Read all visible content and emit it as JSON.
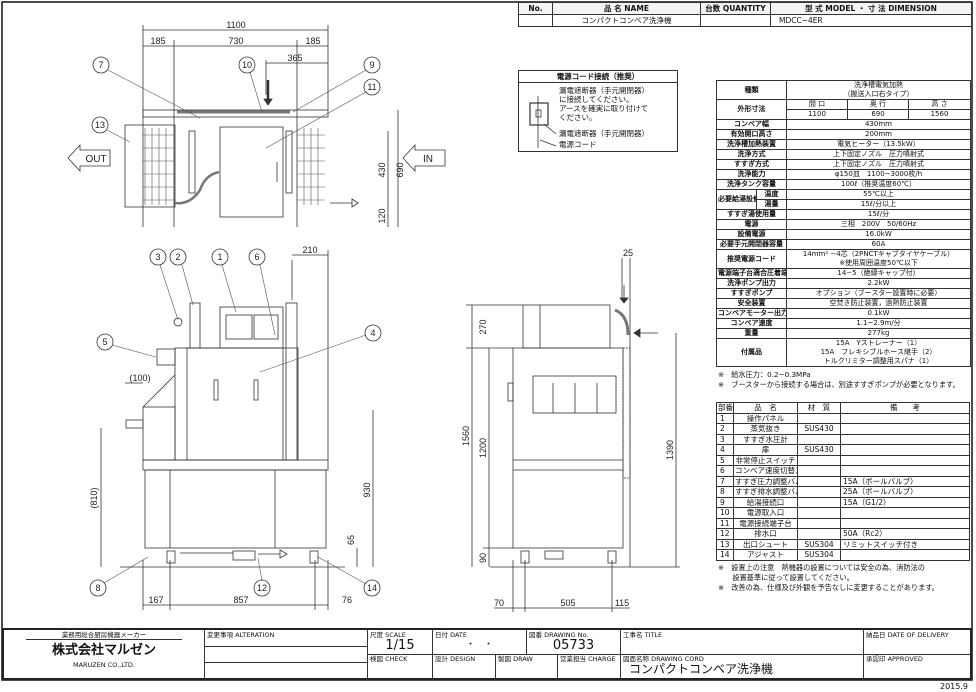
{
  "header": {
    "no_label": "No.",
    "name_label": "品 名 NAME",
    "qty_label": "台数 QUANTITY",
    "model_label": "型 式 MODEL  ・ 寸 法 DIMENSION",
    "product_name": "コンパクトコンベア洗浄機",
    "quantity": "",
    "model": "MDCC−4ER"
  },
  "power_box": {
    "title": "電源コード接続（推奨）",
    "text": [
      "漏電遮断器（手元開閉器）",
      "に接続してください。",
      "アースを確実に取り付けて",
      "ください。"
    ],
    "label_breaker": "漏電遮断器（手元開閉器）",
    "label_cord": "電源コード"
  },
  "spec": {
    "rows": [
      {
        "label": "種類",
        "value": [
          "洗浄槽電気加熱",
          "（搬送入口右タイプ）"
        ]
      },
      {
        "label": "外形寸法",
        "dims": {
          "headers": [
            "間 口",
            "奥 行",
            "高 さ"
          ],
          "values": [
            "1100",
            "690",
            "1560"
          ]
        }
      },
      {
        "label": "コンベア幅",
        "value": [
          "430mm"
        ]
      },
      {
        "label": "有効開口高さ",
        "value": [
          "200mm"
        ]
      },
      {
        "label": "洗浄槽加熱装置",
        "value": [
          "電気ヒーター（13.5kW）"
        ]
      },
      {
        "label": "洗浄方式",
        "value": [
          "上下固定ノズル　圧力噴射式"
        ]
      },
      {
        "label": "すすぎ方式",
        "value": [
          "上下固定ノズル　圧力噴射式"
        ]
      },
      {
        "label": "洗浄能力",
        "value": [
          "φ150皿　1100~3000枚/h"
        ]
      },
      {
        "label": "洗浄タンク容量",
        "value": [
          "100ℓ（推奨温度60℃）"
        ]
      },
      {
        "group": "必要給湯設備",
        "label": "温度",
        "value": [
          "55℃以上"
        ]
      },
      {
        "group": "必要給湯設備",
        "label": "湯量",
        "value": [
          "15ℓ/分以上"
        ]
      },
      {
        "label": "すすぎ湯使用量",
        "value": [
          "15ℓ/分"
        ]
      },
      {
        "label": "電源",
        "value": [
          "三相　200V　50/60Hz"
        ]
      },
      {
        "label": "設備電源",
        "value": [
          "16.0kW"
        ]
      },
      {
        "label": "必要手元開閉器容量",
        "value": [
          "60A"
        ]
      },
      {
        "label": "推奨電源コード",
        "value": [
          "14mm² −4芯（2PNCTキャブタイヤケーブル）",
          "※使用周囲温度50℃以下"
        ]
      },
      {
        "label": "電源端子台適合圧着端子",
        "value": [
          "14−5（絶縁キャップ付）"
        ]
      },
      {
        "label": "洗浄ポンプ出力",
        "value": [
          "2.2kW"
        ]
      },
      {
        "label": "すすぎポンプ",
        "value": [
          "オプション（ブースター設置時に必要）"
        ]
      },
      {
        "label": "安全装置",
        "value": [
          "空焚き防止装置，過熱防止装置"
        ]
      },
      {
        "label": "コンベアモーター出力",
        "value": [
          "0.1kW"
        ]
      },
      {
        "label": "コンベア速度",
        "value": [
          "1.1~2.9m/分"
        ]
      },
      {
        "label": "重量",
        "value": [
          "277kg"
        ]
      },
      {
        "label": "付属品",
        "value": [
          "15A　Yストレーナー（1）",
          "15A　フレキシブルホース継手（2）",
          "トルクリミター調整用スパナ（1）"
        ]
      }
    ],
    "notes": [
      "※　給水圧力：0.2~0.3MPa",
      "※　ブースターから接続する場合は、別途すすぎポンプが必要となります。"
    ]
  },
  "parts": {
    "headers": [
      "部番",
      "品　名",
      "材　質",
      "備　　考"
    ],
    "rows": [
      [
        "1",
        "操作パネル",
        "",
        ""
      ],
      [
        "2",
        "蒸気抜き",
        "SUS430",
        ""
      ],
      [
        "3",
        "すすぎ水圧計",
        "",
        ""
      ],
      [
        "4",
        "扉",
        "SUS430",
        ""
      ],
      [
        "5",
        "非常停止スイッチ",
        "",
        ""
      ],
      [
        "6",
        "コンベア速度切替スイッチ",
        "",
        ""
      ],
      [
        "7",
        "すすぎ圧力調整バルブ",
        "",
        "15A（ボールバルブ）"
      ],
      [
        "8",
        "すすぎ排水調整バルブ",
        "",
        "25A（ボールバルブ）"
      ],
      [
        "9",
        "給湯接続口",
        "",
        "15A（G1/2）"
      ],
      [
        "10",
        "電源取入口",
        "",
        ""
      ],
      [
        "11",
        "電源接続端子台",
        "",
        ""
      ],
      [
        "12",
        "排水口",
        "",
        "50A（Rc2）"
      ],
      [
        "13",
        "出口シュート",
        "SUS304",
        "リミットスイッチ付き"
      ],
      [
        "14",
        "アジャスト",
        "SUS304",
        ""
      ]
    ],
    "notes": [
      "※　設置上の注意　熱機器の設置については安全の為、消防法の",
      "　　設置基準に従って設置してください。",
      "※　改善の為、仕様及び外観を予告なしに変更することがあります。"
    ]
  },
  "drawing": {
    "top": {
      "dims": [
        "1100",
        "185",
        "730",
        "185",
        "365",
        "430",
        "690",
        "120"
      ],
      "out": "OUT",
      "in": "IN",
      "balloons": [
        "7",
        "10",
        "9",
        "11",
        "13"
      ]
    },
    "front": {
      "dims": [
        "210",
        "(100)",
        "(810)",
        "930",
        "65",
        "167",
        "857",
        "76"
      ],
      "balloons": [
        "3",
        "2",
        "1",
        "6",
        "4",
        "5",
        "8",
        "12",
        "14"
      ]
    },
    "side": {
      "dims": [
        "25",
        "270",
        "1560",
        "1200",
        "1390",
        "90",
        "70",
        "505",
        "115"
      ]
    }
  },
  "title_block": {
    "maker_tag": "業務用総合厨房機器メーカー",
    "company": "株式会社マルゼン",
    "company_en": "MARUZEN CO.,LTD.",
    "alteration_label": "変更事項 ALTERATION",
    "scale_label": "尺度 SCALE",
    "scale": "1/15",
    "date_label": "日付 DATE",
    "date": "・　・",
    "drawing_no_label": "図番 DRAWING No.",
    "drawing_no": "05733",
    "title_label": "工事名 TITLE",
    "delivery_label": "納品日 DATE OF DELIVERY",
    "check_label": "検図 CHECK",
    "design_label": "設計 DESIGN",
    "draw_label": "製図 DRAW",
    "charge_label": "営業担当 CHARGE",
    "cord_label": "図面名称 DRAWING CORD",
    "cord": "コンパクトコンベア洗浄機",
    "approved_label": "承認印 APPROVED",
    "issue_date": "2015.9"
  }
}
